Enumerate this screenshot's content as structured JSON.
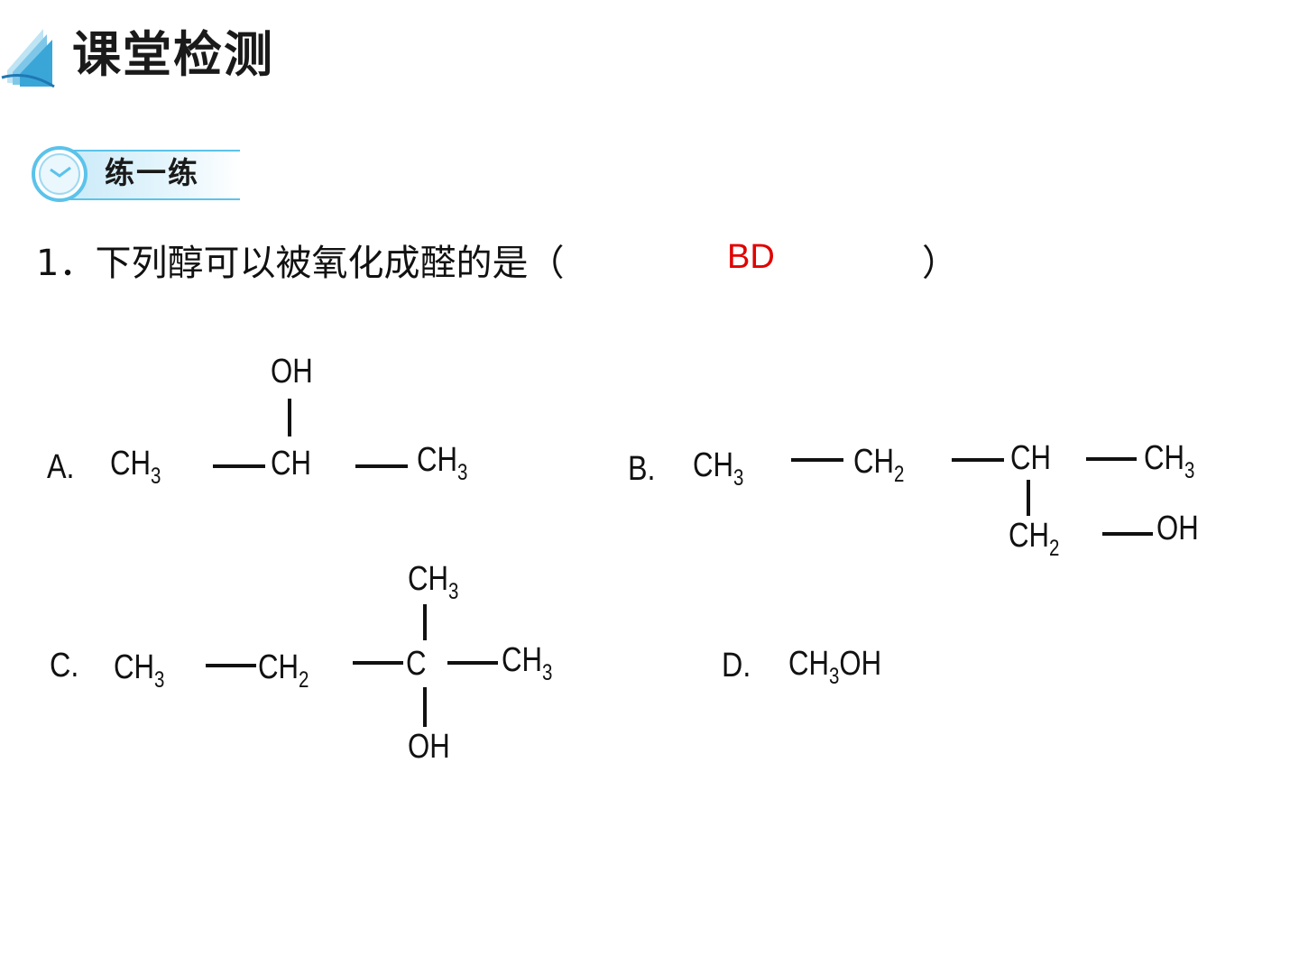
{
  "header": {
    "title": "课堂检测",
    "icon": "book-icon"
  },
  "practice": {
    "label": "练一练",
    "icon": "clock-icon"
  },
  "question": {
    "text": "1．下列醇可以被氧化成醛的是（",
    "close": "）",
    "answer": "BD"
  },
  "options": {
    "A": {
      "label": "A.",
      "groups": {
        "left": "CH3",
        "center": "CH",
        "top": "OH",
        "right": "CH3"
      }
    },
    "B": {
      "label": "B.",
      "groups": {
        "g1": "CH3",
        "g2": "CH2",
        "g3": "CH",
        "g4": "CH3",
        "branch": "CH2",
        "branch_end": "OH"
      }
    },
    "C": {
      "label": "C.",
      "groups": {
        "g1": "CH3",
        "g2": "CH2",
        "center": "C",
        "top": "CH3",
        "right": "CH3",
        "bottom": "OH"
      }
    },
    "D": {
      "label": "D.",
      "formula": "CH3OH"
    }
  },
  "colors": {
    "answer": "#e00000",
    "accent": "#5bc3ea"
  }
}
